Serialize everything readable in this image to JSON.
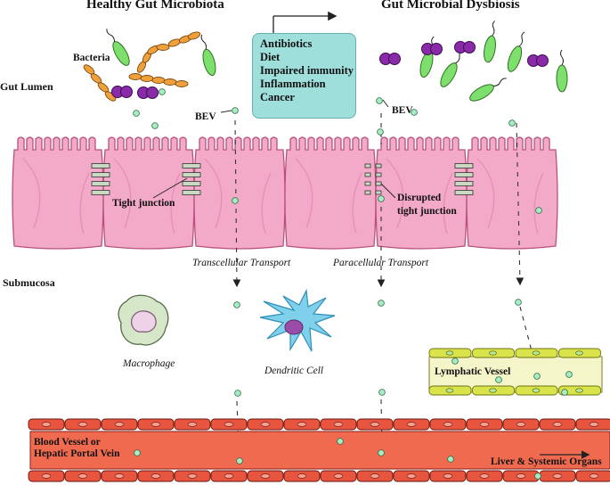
{
  "headers": {
    "healthy": "Healthy Gut Microbiota",
    "dysbiosis": "Gut Microbial Dysbiosis"
  },
  "regions": {
    "lumen": "Gut Lumen",
    "submucosa": "Submucosa"
  },
  "causes": [
    "Antibiotics",
    "Diet",
    "Impaired immunity",
    "Inflammation",
    "Cancer"
  ],
  "labels": {
    "bacteria": "Bacteria",
    "bev_left": "BEV",
    "bev_right": "BEV",
    "tight_junction": "Tight junction",
    "disrupted_line1": "Disrupted",
    "disrupted_line2": "tight junction",
    "transcellular": "Transcellular Transport",
    "paracellular": "Paracellular Transport",
    "macrophage": "Macrophage",
    "dendritic": "Dendritic Cell",
    "lymphatic": "Lymphatic Vessel",
    "blood_line1": "Blood Vessel or",
    "blood_line2": "Hepatic Portal Vein",
    "organs": "Liver & Systemic Organs"
  },
  "colors": {
    "cell_fill": "#f3a9c8",
    "cell_stroke": "#b8527d",
    "vesicle": "#a6ecc4",
    "blood_fill": "#f06a50",
    "lymph_fill": "#f4f5c8",
    "lymph_band": "#d8e44a",
    "bacteria_orange": "#f0a03a",
    "bacteria_green": "#7ee06c",
    "bacteria_purple": "#8a2aa8",
    "causes_box": "#9edfdc"
  }
}
